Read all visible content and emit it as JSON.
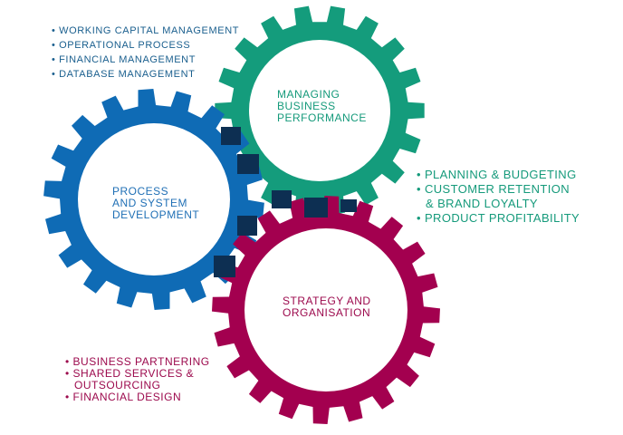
{
  "colors": {
    "blue_gear": "#0f6bb5",
    "green_gear": "#149c7c",
    "red_gear": "#a3004f",
    "overlap": "#0d2f52"
  },
  "gears": {
    "blue": {
      "label_lines": [
        "Process",
        "and System",
        "Development"
      ]
    },
    "green": {
      "label_lines": [
        "Managing",
        "Business",
        "Performance"
      ]
    },
    "red": {
      "label_lines": [
        "Strategy and",
        "Organisation"
      ]
    }
  },
  "lists": {
    "top": [
      "• Working capital management",
      "• Operational process",
      "• Financial management",
      "• Database management"
    ],
    "right": [
      "• Planning & Budgeting",
      "• Customer retention",
      "& brand loyalty",
      "• Product profitability"
    ],
    "bottom": [
      "• Business partnering",
      "• Shared services &",
      "outsourcing",
      "• Financial design"
    ]
  }
}
